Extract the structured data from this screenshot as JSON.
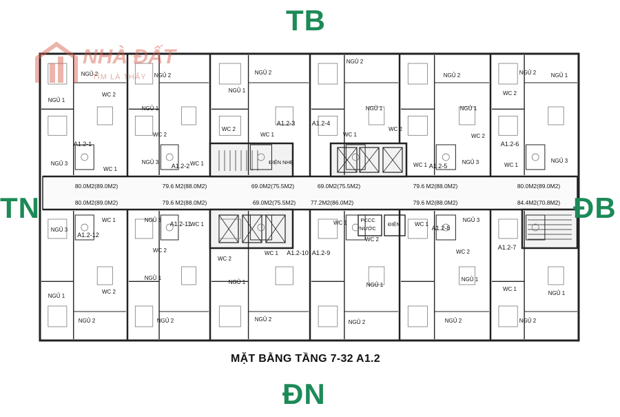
{
  "compass": {
    "north_west": "TB",
    "south_west_side": "TN",
    "north_east_side": "ĐB",
    "south_east": "ĐN",
    "color": "#1d8a57"
  },
  "watermark": {
    "word": "NHÀ ĐẤT",
    "tagline": "TÌM LÀ THẤY",
    "color": "#d65a4a"
  },
  "title": "MẶT BẰNG TẦNG 7-32 A1.2",
  "units": [
    {
      "id": "A1.2-1",
      "area": "80.0M2(89.0M2)"
    },
    {
      "id": "A1.2-2",
      "area": "79.6 M2(88.0M2)"
    },
    {
      "id": "A1.2-3",
      "area": "69.0M2(75.5M2)"
    },
    {
      "id": "A1.2-4",
      "area": "69.0M2(75.5M2)"
    },
    {
      "id": "A1.2-5",
      "area": "79.6 M2(88.0M2)"
    },
    {
      "id": "A1.2-6",
      "area": "80.0M2(89.0M2)"
    },
    {
      "id": "A1.2-12",
      "area": "80.0M2(89.0M2)"
    },
    {
      "id": "A1.2-11",
      "area": "79.6 M2(88.0M2)"
    },
    {
      "id": "A1.2-10",
      "area": "69.0M2(75.5M2)"
    },
    {
      "id": "A1.2-9",
      "area": "77.2M2(86.0M2)"
    },
    {
      "id": "A1.2-8",
      "area": "79.6 M2(88.0M2)"
    },
    {
      "id": "A1.2-7",
      "area": "84.4M2(70.8M2)"
    }
  ],
  "room_labels": {
    "bed1": "NGỦ 1",
    "bed2": "NGỦ 2",
    "bed3": "NGỦ 3",
    "wc1": "WC 1",
    "wc2": "WC 2",
    "electric_light": "ĐIỆN NHẸ",
    "fire": "PCCC",
    "water": "NƯỚC",
    "electric": "ĐIỆN"
  }
}
